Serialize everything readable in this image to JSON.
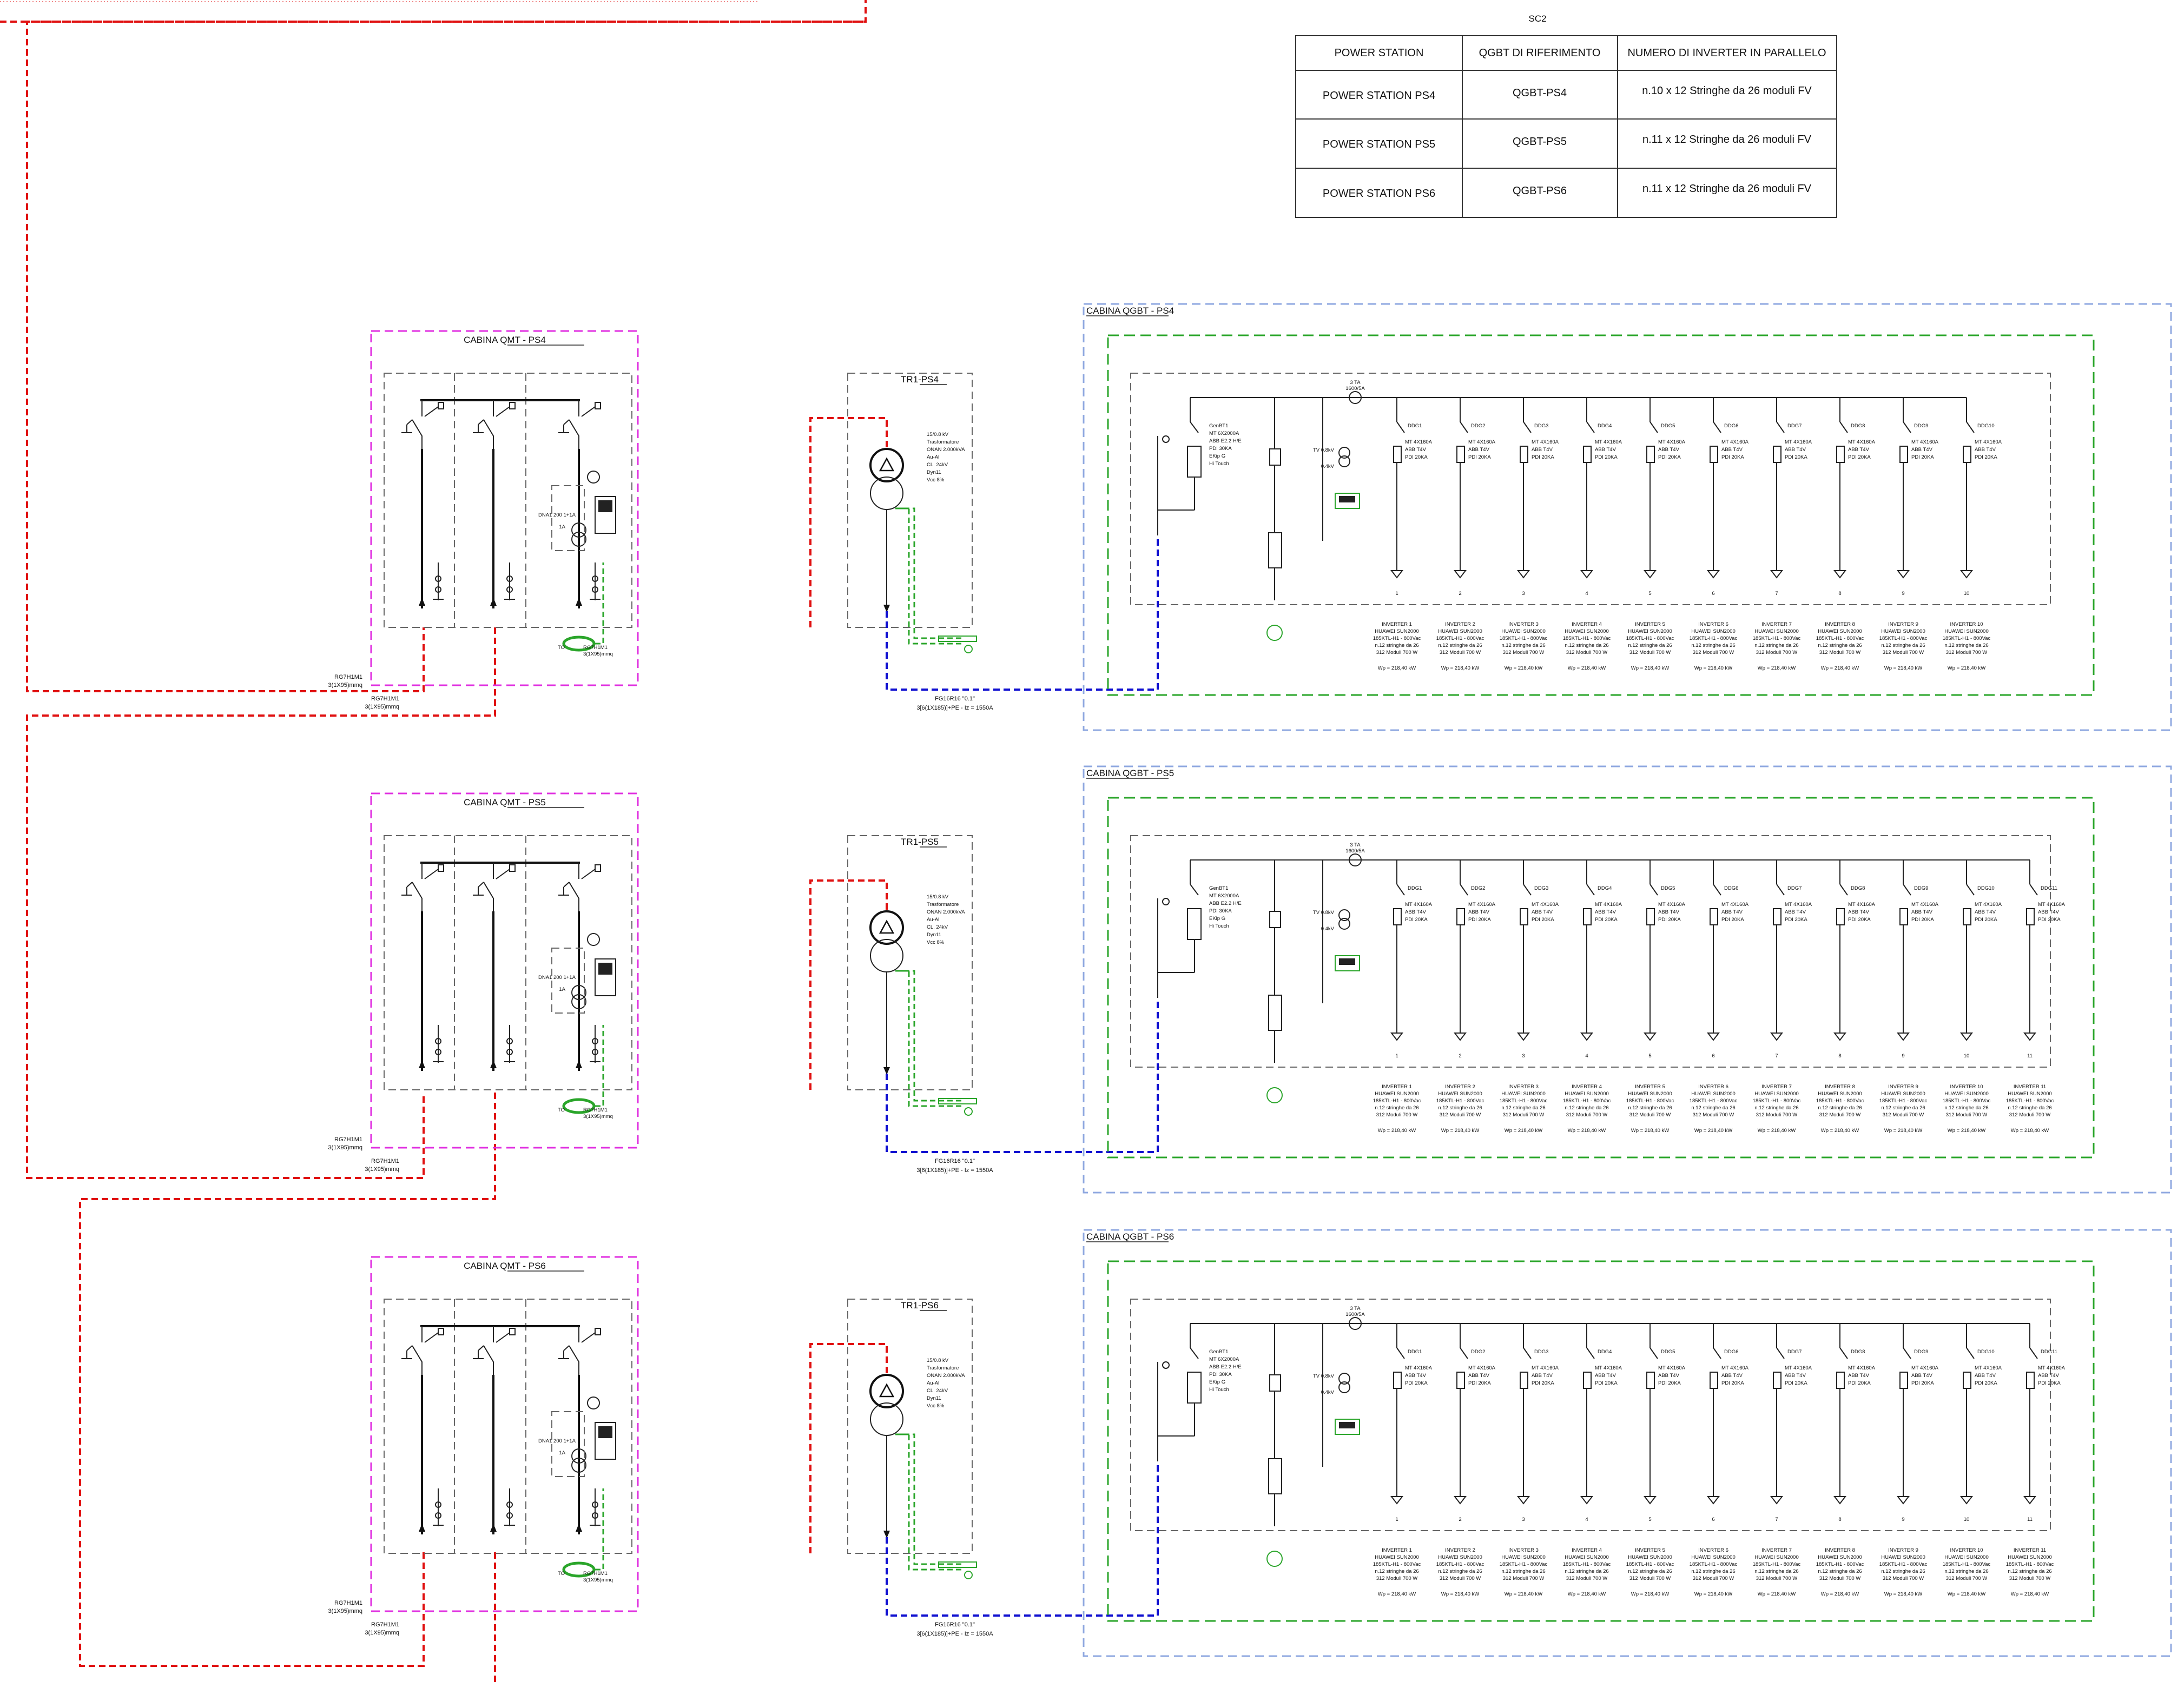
{
  "sheet": "SC2",
  "summary_table": {
    "headers": [
      "POWER STATION",
      "QGBT DI RIFERIMENTO",
      "NUMERO DI INVERTER IN PARALLELO"
    ],
    "rows": [
      [
        "POWER STATION PS4",
        "QGBT-PS4",
        "n.10 x 12 Stringhe da 26 moduli FV"
      ],
      [
        "POWER STATION PS5",
        "QGBT-PS5",
        "n.11 x 12 Stringhe da 26 moduli FV"
      ],
      [
        "POWER STATION PS6",
        "QGBT-PS6",
        "n.11 x 12 Stringhe da 26 moduli FV"
      ]
    ]
  },
  "stations": [
    {
      "qmt_title": "CABINA QMT - PS4",
      "tr_title": "TR1-PS4",
      "qgbt_title": "CABINA QGBT - PS4",
      "inverter_count": 10,
      "cable_labels": [
        "RG7H1M1",
        "3(1X95)mmq",
        "RG7H1M1",
        "3(1X95)mmq"
      ]
    },
    {
      "qmt_title": "CABINA QMT - PS5",
      "tr_title": "TR1-PS5",
      "qgbt_title": "CABINA QGBT - PS5",
      "inverter_count": 11,
      "cable_labels": [
        "RG7H1M1",
        "3(1X95)mmq",
        "RG7H1M1",
        "3(1X95)mmq"
      ]
    },
    {
      "qmt_title": "CABINA QMT - PS6",
      "tr_title": "TR1-PS6",
      "qgbt_title": "CABINA QGBT - PS6",
      "inverter_count": 11,
      "cable_labels": [
        "RG7H1M1",
        "3(1X95)mmq",
        "RG7H1M1",
        "3(1X95)mmq"
      ]
    }
  ],
  "qmt_labels": {
    "to": "TO",
    "internal_cable": [
      "RG7H1M1",
      "3(1X95)mmq"
    ],
    "meter_label": "1A",
    "sub_label": "DNA1 200 1+1A"
  },
  "transformer": {
    "lines": [
      "15/0.8 kV",
      "Trasformatore",
      "ONAN 2.000kVA",
      "Au-Al",
      "CL. 24kV",
      "Dyn11",
      "Vcc 8%"
    ],
    "lv_cable": [
      "FG16R16 \"0.1\"",
      "3[6(1X185)]+PE - Iz = 1550A"
    ]
  },
  "qgbt": {
    "main_breaker": [
      "GenBT1",
      "MT 6X2000A",
      "ABB E2.2 H/E",
      "PDI 30KA",
      "EKip G",
      "Hi Touch"
    ],
    "ta_label": [
      "3 TA",
      "1600/5A"
    ],
    "tv_label": [
      "TV 0.8kV",
      "0.4kV"
    ],
    "feeder_breaker": [
      "MT 4X160A",
      "ABB T4V",
      "PDI 20KA"
    ],
    "feeder_prefix": "DDG",
    "inverter_lines": [
      "HUAWEI SUN2000",
      "185KTL-H1 - 800Vac",
      "n.12 stringhe da 26",
      "312 Moduli 700 W"
    ],
    "inverter_prefix": "INVERTER ",
    "wp_label": "Wp = 218,40 kW"
  }
}
